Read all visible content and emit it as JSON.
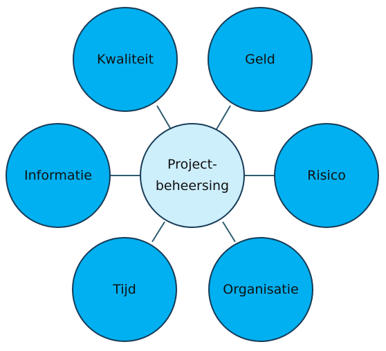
{
  "center": {
    "line1": "Project-",
    "line2": "beheersing"
  },
  "nodes": {
    "kwaliteit": "Kwaliteit",
    "geld": "Geld",
    "informatie": "Informatie",
    "risico": "Risico",
    "tijd": "Tijd",
    "organisatie": "Organisatie"
  },
  "colors": {
    "outer_fill": "#00b0f0",
    "center_fill": "#cdeefb",
    "stroke": "#163b57",
    "connector": "#2e5b70"
  }
}
